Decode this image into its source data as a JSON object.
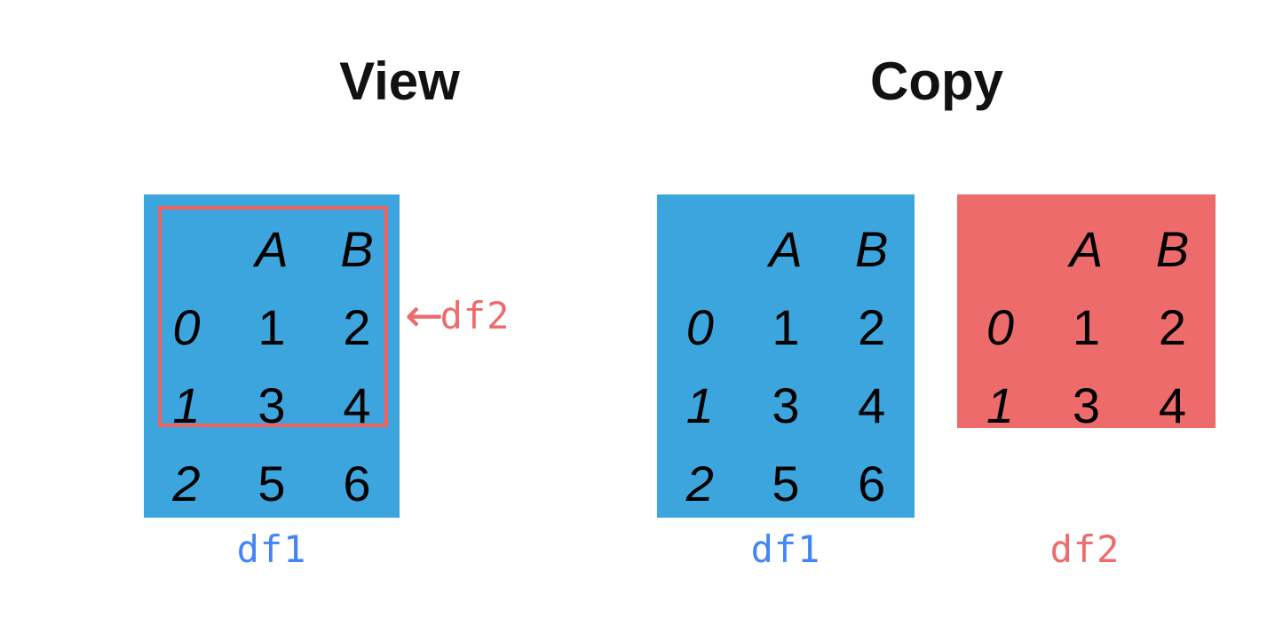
{
  "figure": {
    "panels": [
      {
        "title": "View"
      },
      {
        "title": "Copy"
      }
    ]
  },
  "colors": {
    "dataframe_blue": "#3DA5DE",
    "dataframe_red": "#EE6B6B",
    "view_outline": "#F2635F",
    "label_blue": "#4285F4",
    "label_red": "#EE6B6B",
    "text_black": "#000000",
    "background": "#FFFFFF"
  },
  "view_panel": {
    "title": "View",
    "dataframe": {
      "caption": "df1",
      "columns": [
        "A",
        "B"
      ],
      "index": [
        "0",
        "1",
        "2"
      ],
      "rows": [
        {
          "index": "0",
          "A": "1",
          "B": "2"
        },
        {
          "index": "1",
          "A": "3",
          "B": "4"
        },
        {
          "index": "2",
          "A": "5",
          "B": "6"
        }
      ]
    },
    "selection": {
      "label": "df2",
      "arrow_glyph": "←",
      "selected_index": [
        "0",
        "1"
      ]
    }
  },
  "copy_panel": {
    "title": "Copy",
    "source_dataframe": {
      "caption": "df1",
      "columns": [
        "A",
        "B"
      ],
      "index": [
        "0",
        "1",
        "2"
      ],
      "rows": [
        {
          "index": "0",
          "A": "1",
          "B": "2"
        },
        {
          "index": "1",
          "A": "3",
          "B": "4"
        },
        {
          "index": "2",
          "A": "5",
          "B": "6"
        }
      ]
    },
    "copy_dataframe": {
      "caption": "df2",
      "columns": [
        "A",
        "B"
      ],
      "index": [
        "0",
        "1"
      ],
      "rows": [
        {
          "index": "0",
          "A": "1",
          "B": "2"
        },
        {
          "index": "1",
          "A": "3",
          "B": "4"
        }
      ]
    }
  }
}
